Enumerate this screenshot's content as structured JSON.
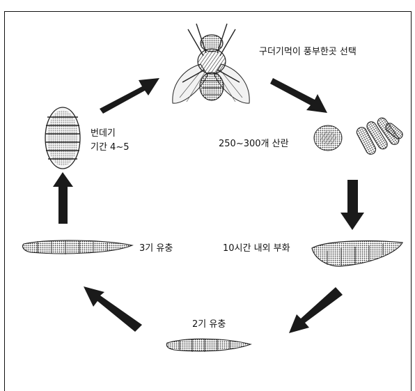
{
  "labels": {
    "fly_stage": "구더기먹이 풍부한곳 선택",
    "eggs_stage": "250~300개 산란",
    "hatch_stage": "10시간 내외 부화",
    "larva2_stage": "2기 유충",
    "larva3_stage": "3기 유충",
    "pupa_stage_line1": "번데기",
    "pupa_stage_line2": "기간 4~5"
  },
  "colors": {
    "ink": "#111111",
    "arrow": "#1a1a1a",
    "background": "#ffffff"
  }
}
